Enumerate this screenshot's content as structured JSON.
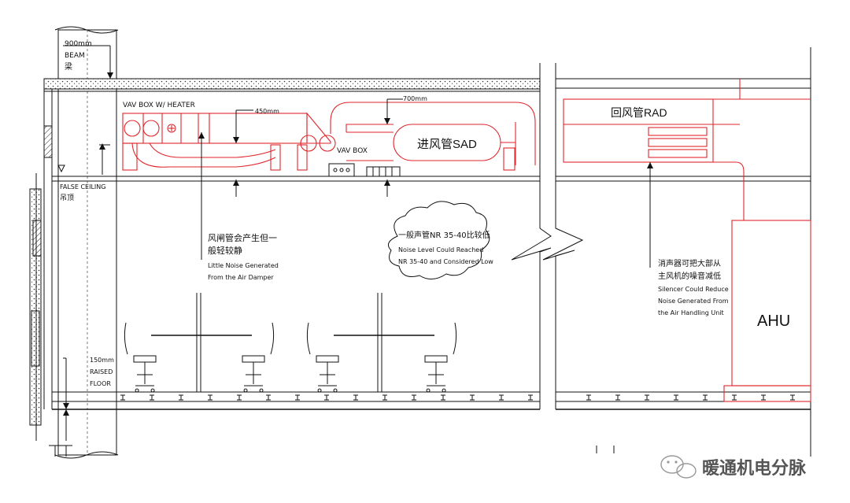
{
  "labels": {
    "beam_dim": "900mm",
    "beam_en": "BEAM",
    "beam_cn": "梁",
    "vav_heater": "VAV BOX W/ HEATER",
    "dim_450": "450mm",
    "dim_700": "700mm",
    "vav_box": "VAV BOX",
    "sad": "进风管SAD",
    "rad": "回风管RAD",
    "false_ceiling_en": "FALSE CEILING",
    "false_ceiling_cn": "吊顶",
    "raised_dim": "150mm",
    "raised_en": "RAISED",
    "floor_en": "FLOOR",
    "ahu": "AHU",
    "watermark": "暖通机电分脉"
  },
  "notes": {
    "damper_cn_1": "风闸管会产生但一",
    "damper_cn_2": "般轻较静",
    "damper_en_1": "Little Noise Generated",
    "damper_en_2": "From the Air Damper",
    "cloud_cn": "一般声管NR 35-40比较低",
    "cloud_en_1": "Noise Level Could Reached",
    "cloud_en_2": "NR 35-40 and Considered Low",
    "silencer_cn_1": "消声器可把大部从",
    "silencer_cn_2": "主风机的噪音减低",
    "silencer_en_1": "Silencer Could Reduce",
    "silencer_en_2": "Noise Generated From",
    "silencer_en_3": "the Air Handling Unit"
  },
  "colors": {
    "duct": "#e0262b",
    "line": "#111111"
  }
}
